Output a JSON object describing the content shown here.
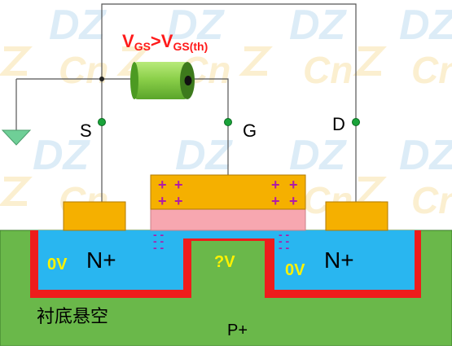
{
  "title": {
    "v1": "V",
    "sub1": "GS",
    "gt": ">",
    "v2": "V",
    "sub2": "GS(th)"
  },
  "terminals": {
    "source": "S",
    "gate": "G",
    "drain": "D"
  },
  "gate_charges": [
    "+",
    "+",
    "+",
    "+",
    "+",
    "+",
    "+",
    "+"
  ],
  "channel_charges": [
    "- -",
    "- -",
    "- -",
    "- -",
    "- -",
    "- -"
  ],
  "regions": {
    "n_plus_left": "N+",
    "n_plus_right": "N+",
    "left_voltage": "0V",
    "right_voltage": "0V",
    "middle_voltage": "?V",
    "substrate_label": "衬底悬空",
    "substrate_type": "P+"
  },
  "watermark": [
    "DZ",
    "Cn"
  ],
  "colors": {
    "title_red": "#ff1a1a",
    "substrate_green": "#6ab84a",
    "n_region_blue": "#29b6f0",
    "depletion_red": "#ee1c1c",
    "contact_orange": "#f5b000",
    "oxide_pink": "#f7a7b0",
    "plus_purple": "#b01aa8",
    "voltage_yellow": "#fff200",
    "terminal_green": "#0a9a2a"
  }
}
